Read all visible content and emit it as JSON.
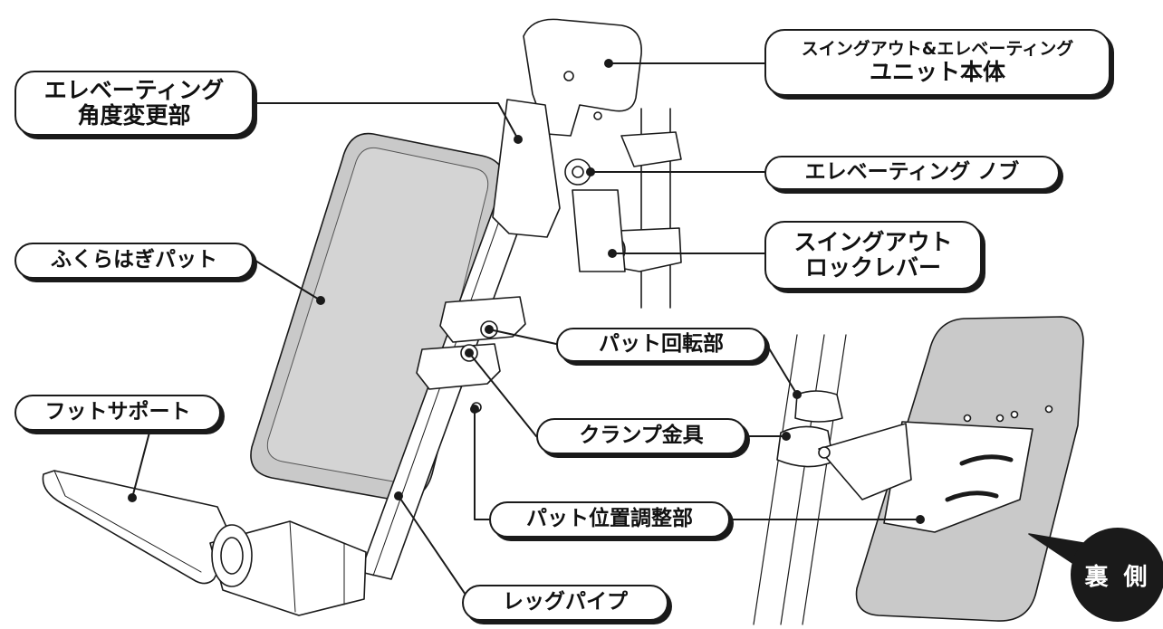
{
  "labels": {
    "elevating_angle_line1": "エレベーティング",
    "elevating_angle_line2": "角度変更部",
    "swingout_unit_line1": "スイングアウト&エレベーティング",
    "swingout_unit_line2": "ユニット本体",
    "elevating_knob": "エレベーティング ノブ",
    "swingout_lever_line1": "スイングアウト",
    "swingout_lever_line2": "ロックレバー",
    "calf_pad": "ふくらはぎパット",
    "pad_rotation": "パット回転部",
    "clamp": "クランプ金具",
    "foot_support": "フットサポート",
    "pad_position": "パット位置調整部",
    "leg_pipe": "レッグパイプ",
    "back_side": "裏 側"
  },
  "colors": {
    "outline": "#1a1a1a",
    "pad_fill": "#c9c9c9",
    "pad_inner": "#d4d4d4",
    "background": "#ffffff"
  }
}
